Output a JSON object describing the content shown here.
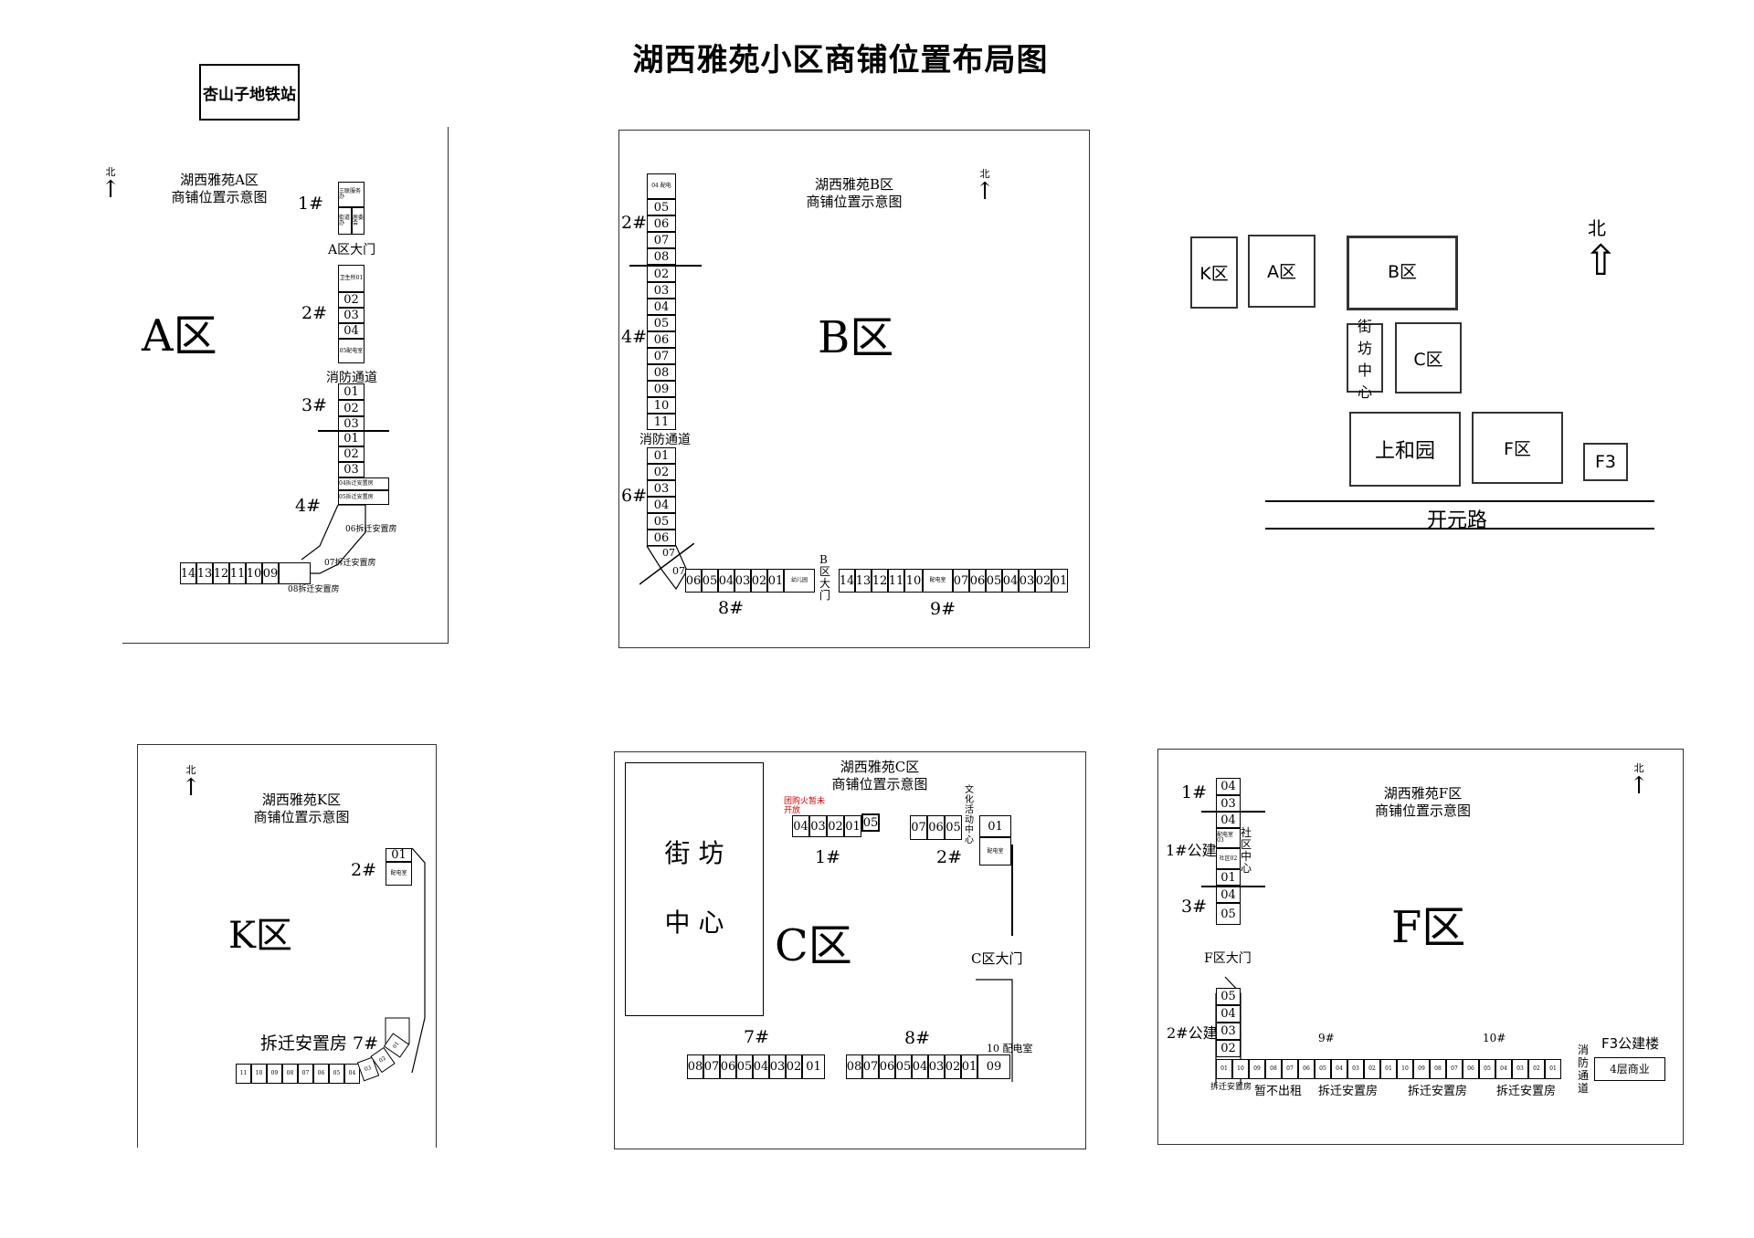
{
  "title": "湖西雅苑小区商铺位置布局图",
  "metro": "杏山子地铁站",
  "north": "北",
  "zoneA": {
    "caption_line1": "湖西雅苑A区",
    "caption_line2": "商铺位置示意图",
    "big": "A区",
    "gate": "A区大门",
    "fire": "消防通道",
    "b1": "1#",
    "b2": "2#",
    "b3": "3#",
    "b4": "4#",
    "b1_shops": [
      "三联服务办",
      "街道办",
      "居委会"
    ],
    "b2_top": "卫生所01",
    "b2_shops": [
      "02",
      "03",
      "04"
    ],
    "b2_bottom": "05配电室",
    "b3_shops": [
      "01",
      "02",
      "03"
    ],
    "b4_shops": [
      "01",
      "02",
      "03"
    ],
    "b4_small": [
      "04拆迁安置房",
      "05拆迁安置房",
      "06拆迁安置房",
      "07拆迁安置房",
      "08拆迁安置房"
    ],
    "row": [
      "14",
      "13",
      "12",
      "11",
      "10",
      "09"
    ]
  },
  "zoneB": {
    "caption_line1": "湖西雅苑B区",
    "caption_line2": "商铺位置示意图",
    "big": "B区",
    "fire": "消防通道",
    "gate": "B区大门",
    "b2": "2#",
    "b4": "4#",
    "b6": "6#",
    "b8": "8#",
    "b9": "9#",
    "b2_top": "04 配电",
    "b2_shops": [
      "05",
      "06",
      "07",
      "08"
    ],
    "b4_shops": [
      "02",
      "03",
      "04",
      "05",
      "06",
      "07",
      "08",
      "09",
      "10",
      "11"
    ],
    "b6_shops": [
      "01",
      "02",
      "03",
      "04",
      "05",
      "06",
      "07"
    ],
    "b6_diag": "07",
    "b8_shops": [
      "06",
      "05",
      "04",
      "03",
      "02",
      "01"
    ],
    "b8_end": "幼儿园",
    "b9_shops": [
      "14",
      "13",
      "12",
      "11",
      "10",
      "配电室",
      "07",
      "06",
      "05",
      "04",
      "03",
      "02",
      "01"
    ]
  },
  "map": {
    "north": "北",
    "K": "K区",
    "A": "A区",
    "B": "B区",
    "jiefang": "街坊中心",
    "C": "C区",
    "shanghe": "上和园",
    "F": "F区",
    "F3": "F3",
    "road": "开元路"
  },
  "zoneK": {
    "caption_line1": "湖西雅苑K区",
    "caption_line2": "商铺位置示意图",
    "big": "K区",
    "b2": "2#",
    "b2_shops": [
      "01",
      "配电室"
    ],
    "b7": "拆迁安置房 7#",
    "b7_shops": [
      "11",
      "10",
      "09",
      "08",
      "07",
      "06",
      "05",
      "04",
      "03",
      "02",
      "01"
    ]
  },
  "zoneC": {
    "caption_line1": "湖西雅苑C区",
    "caption_line2": "商铺位置示意图",
    "big": "C区",
    "jiefang_line1": "街 坊",
    "jiefang_line2": "中 心",
    "red_note": "团购火暂未开放",
    "b1": "1#",
    "b2": "2#",
    "b7": "7#",
    "b8": "8#",
    "b1_shops": [
      "04",
      "03",
      "02",
      "01",
      "05"
    ],
    "b2_shops": [
      "07",
      "06",
      "05"
    ],
    "b2_note": "文化活动中心",
    "b2_right": [
      "01",
      "配电室"
    ],
    "gate": "C区大门",
    "b7_shops": [
      "08",
      "07",
      "06",
      "05",
      "04",
      "03",
      "02",
      "01"
    ],
    "b8_shops": [
      "08",
      "07",
      "06",
      "05",
      "04",
      "03",
      "02",
      "01",
      "09"
    ],
    "b8_end": "10 配电室"
  },
  "zoneF": {
    "caption_line1": "湖西雅苑F区",
    "caption_line2": "商铺位置示意图",
    "big": "F区",
    "gate": "F区大门",
    "b1": "1#",
    "b1gj": "1#公建",
    "b3": "3#",
    "b2gj": "2#公建",
    "b9": "9#",
    "b10": "10#",
    "b1_shops": [
      "04",
      "03"
    ],
    "gj_shops": [
      "04",
      "配电室03",
      "社区02",
      "01"
    ],
    "b3_shops": [
      "04",
      "05"
    ],
    "gj_note": "社区中心",
    "b2gj_shops": [
      "05",
      "04",
      "03",
      "02"
    ],
    "row": [
      "01",
      "10",
      "09",
      "08",
      "07",
      "06",
      "05",
      "04",
      "03",
      "02",
      "01",
      "10",
      "09",
      "08",
      "07",
      "06",
      "05",
      "04",
      "03",
      "02",
      "01"
    ],
    "fire": "消防通道",
    "f3": "F3公建楼",
    "f3box": "4层商业",
    "under": [
      "拆迁安置房",
      "暂不出租",
      "拆迁安置房",
      "拆迁安置房",
      "拆迁安置房"
    ]
  }
}
